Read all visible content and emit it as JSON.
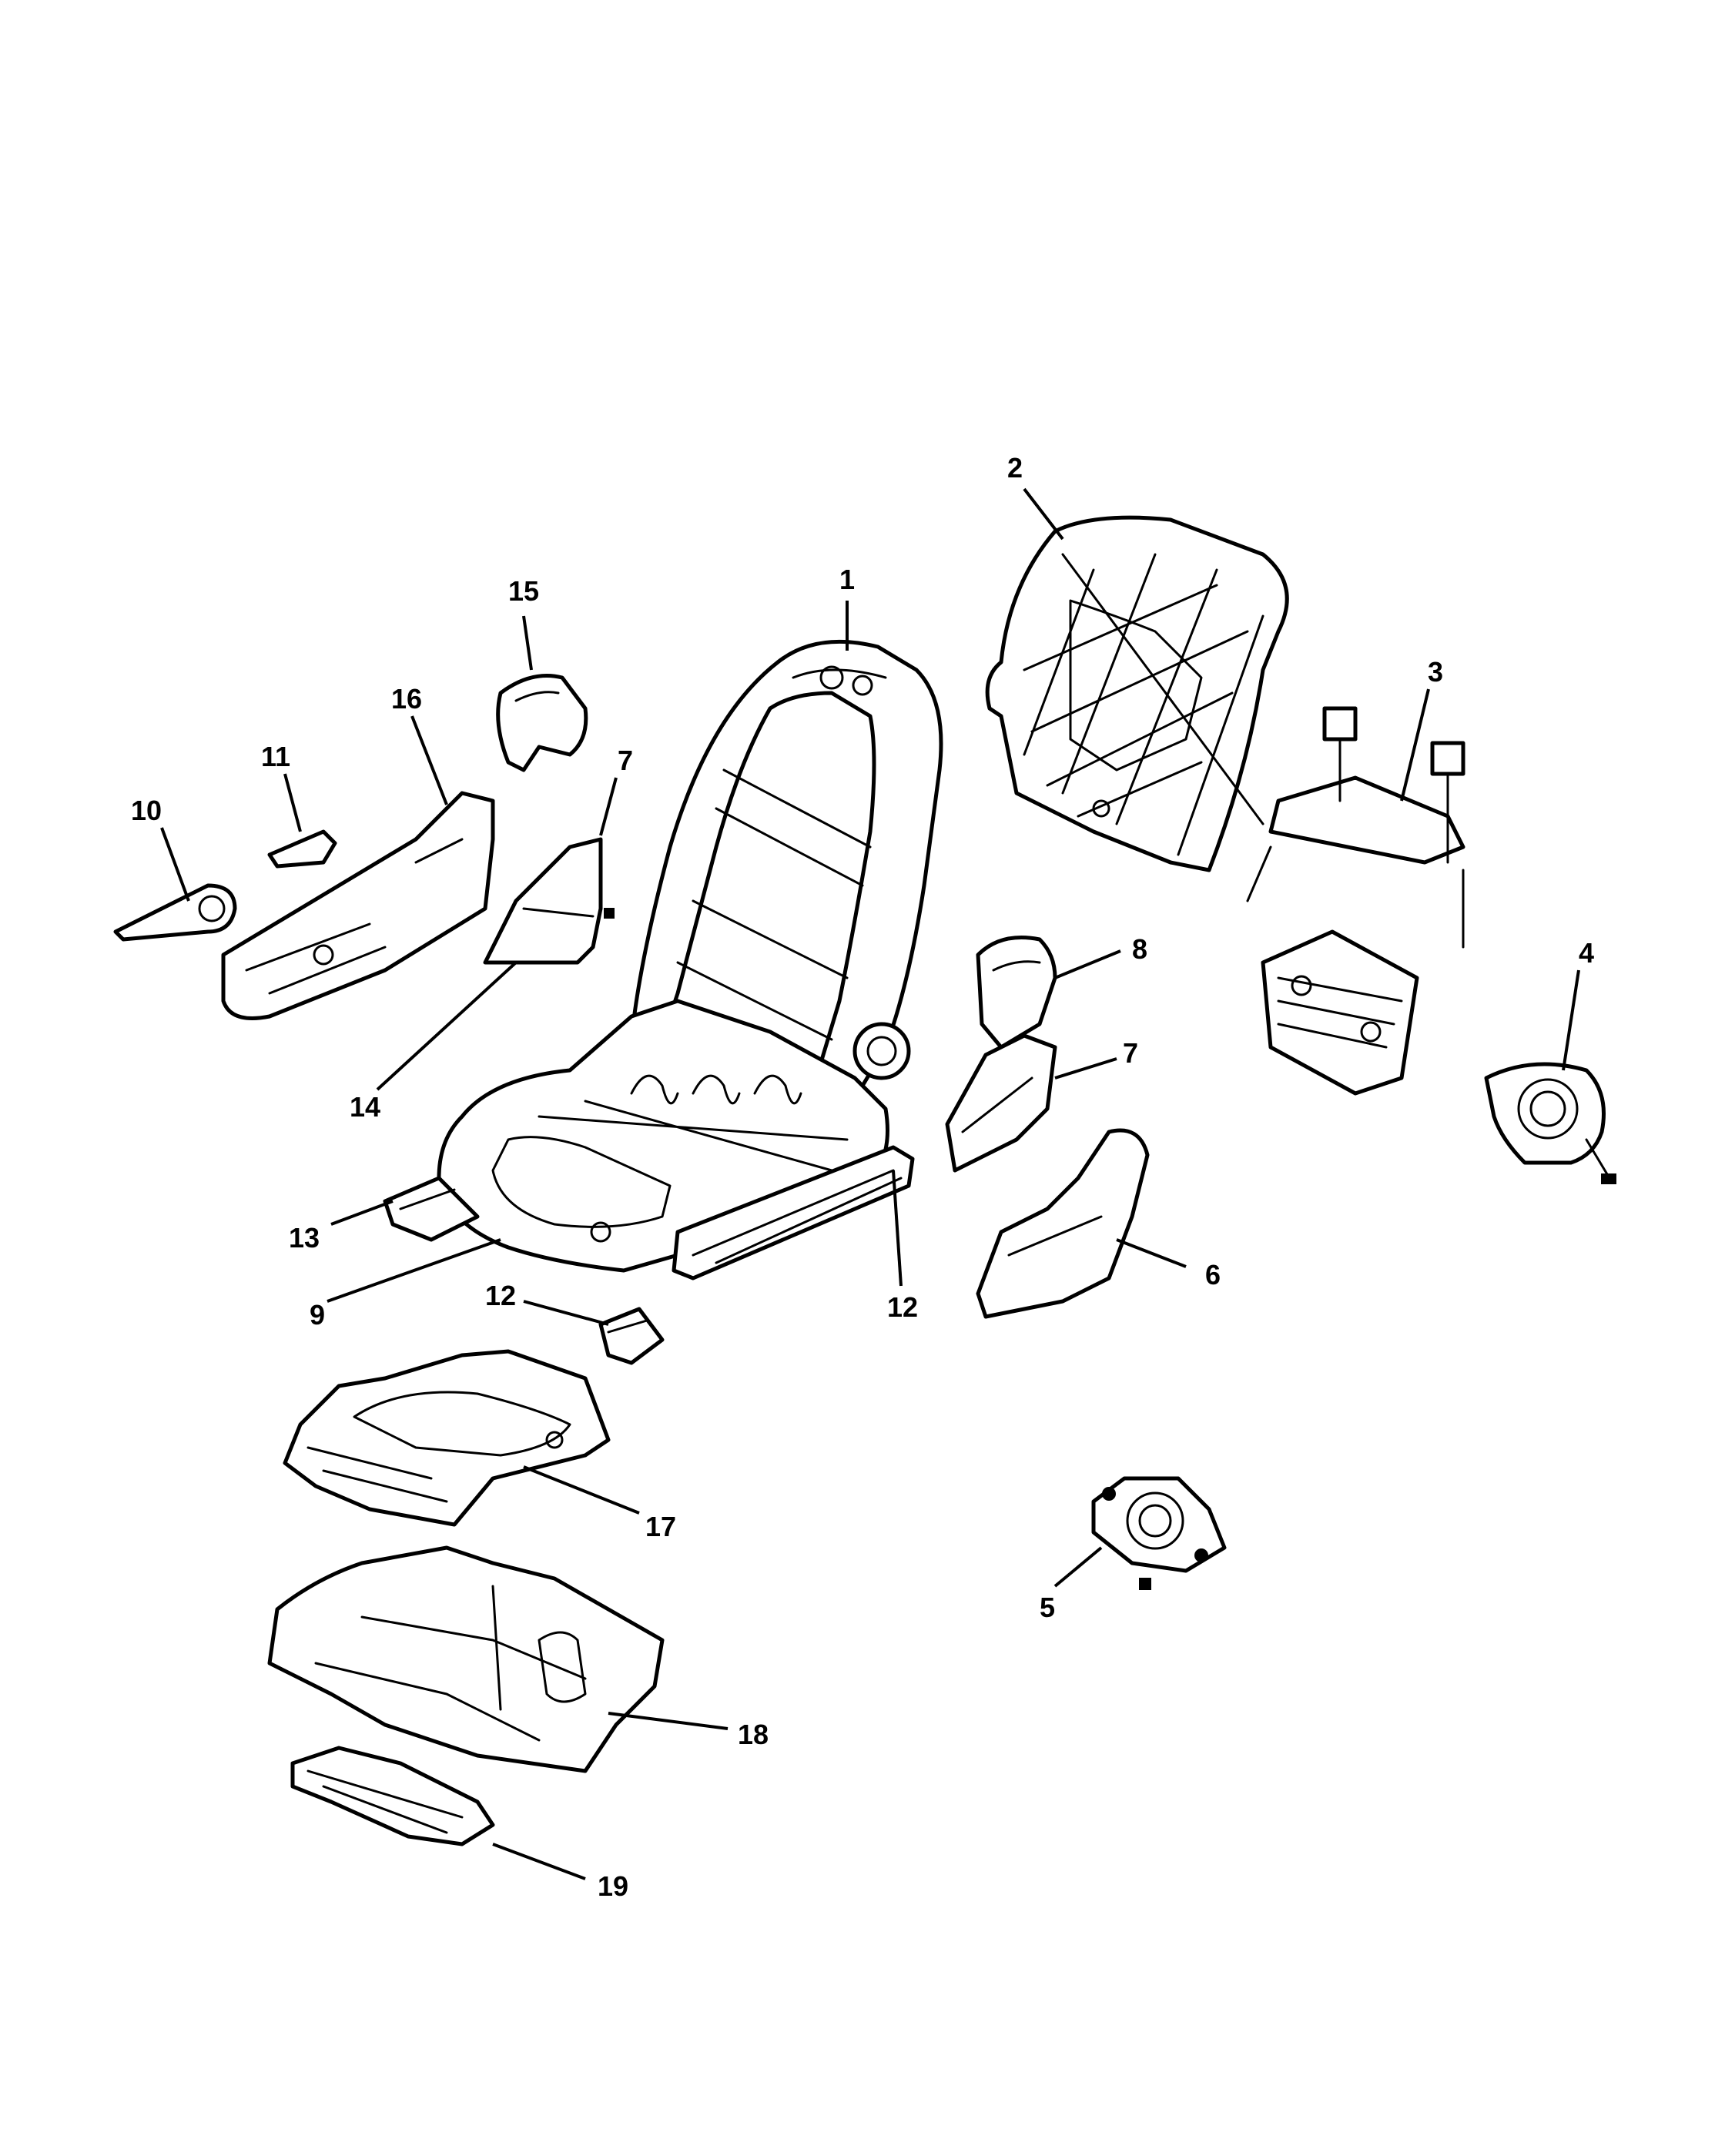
{
  "diagram": {
    "callouts": [
      {
        "id": "c1",
        "label": "1"
      },
      {
        "id": "c2",
        "label": "2"
      },
      {
        "id": "c3",
        "label": "3"
      },
      {
        "id": "c4",
        "label": "4"
      },
      {
        "id": "c5",
        "label": "5"
      },
      {
        "id": "c6",
        "label": "6"
      },
      {
        "id": "c7a",
        "label": "7"
      },
      {
        "id": "c7b",
        "label": "7"
      },
      {
        "id": "c8",
        "label": "8"
      },
      {
        "id": "c9",
        "label": "9"
      },
      {
        "id": "c10",
        "label": "10"
      },
      {
        "id": "c11",
        "label": "11"
      },
      {
        "id": "c12a",
        "label": "12"
      },
      {
        "id": "c12b",
        "label": "12"
      },
      {
        "id": "c13",
        "label": "13"
      },
      {
        "id": "c14",
        "label": "14"
      },
      {
        "id": "c15",
        "label": "15"
      },
      {
        "id": "c16",
        "label": "16"
      },
      {
        "id": "c17",
        "label": "17"
      },
      {
        "id": "c18",
        "label": "18"
      },
      {
        "id": "c19",
        "label": "19"
      }
    ],
    "colors": {
      "line": "#000000",
      "background": "#ffffff"
    }
  }
}
